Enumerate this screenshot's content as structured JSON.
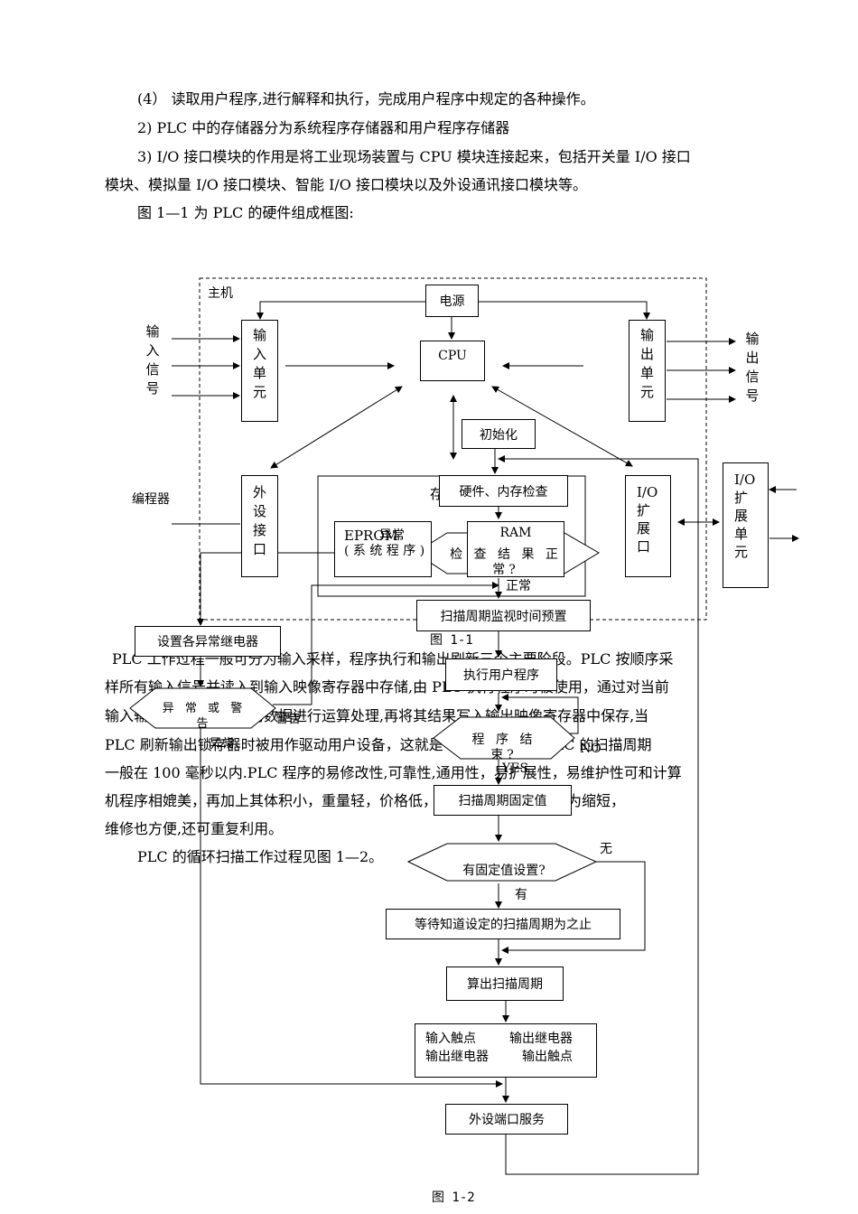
{
  "paragraphs": {
    "p1": "(4）  读取用户程序,进行解释和执行，完成用户程序中规定的各种操作。",
    "p2": "2)  PLC 中的存储器分为系统程序存储器和用户程序存储器",
    "p3a": "3) I/O 接口模块的作用是将工业现场装置与 CPU 模块连接起来，包括开关量 I/O 接口",
    "p3b": "模块、模拟量 I/O 接口模块、智能 I/O 接口模块以及外设通讯接口模块等。",
    "p4": "图 1—1 为 PLC 的硬件组成框图:",
    "p5a": "PLC 工作过程一般可分为输入采样，程序执行和输出刷新三个主要阶段。PLC 按顺序采",
    "p5b": "样所有输入信号并读入到输入映像寄存器中存储,由 PLC 执行程序时被使用，通过对当前",
    "p5c": "输入输出映像寄存器中的数据进行运算处理,再将其结果写入输出映像寄存器中保存,当",
    "p5d": "PLC 刷新输出锁存器时被用作驱动用户设备，这就是一个扫描周期。PLC 的扫描周期",
    "p5e": "一般在 100 毫秒以内.PLC 程序的易修改性,可靠性,通用性，易扩展性，易维护性可和计算",
    "p5f": "机程序相媲美，再加上其体积小，重量轻，价格低，使其设计加工周期大为缩短，",
    "p5g": "维修也方便,还可重复利用。",
    "p6": "PLC 的循环扫描工作过程见图 1—2。"
  },
  "fig1": {
    "host_label": "主机",
    "power": "电源",
    "cpu": "CPU",
    "input_signal": "输入信号",
    "input_unit": "输入单元",
    "output_unit": "输出单元",
    "output_signal": "输出信号",
    "programmer": "编程器",
    "peripheral_port": "外设接口",
    "memory_partial": "存",
    "eprom": "EPROM",
    "eprom_sub": "( 系 统 程 序 )",
    "ram_partial": "RAM",
    "io_expand_port": "I/O扩展口",
    "io_expand_unit": "I/O扩展单元",
    "caption": "图 1-1"
  },
  "fig2": {
    "init": "初始化",
    "hw_check": "硬件、内存检查",
    "abnormal_tag": "异常",
    "check_ok": "检 查 结 果 正 常?",
    "normal": "正常",
    "watchdog": "扫描周期监视时间预置",
    "set_relay": "设置各异常继电器",
    "run_program": "执行用户程序",
    "alarm": "异 常 或 警 告",
    "alarm_tag": "警告",
    "abnormal2": "异常",
    "program_end": "程 序 结 束?",
    "no": "NO",
    "yes": "YES",
    "fixed_scan": "扫描周期固定值",
    "has_fixed": "有固定值设置?",
    "none": "无",
    "has": "有",
    "wait": "等待知道设定的扫描周期为之止",
    "calc": "算出扫描周期",
    "io_in": "输入触点",
    "io_out_relay": "输出继电器",
    "io_out_relay2": "输出继电器",
    "io_out_contact": "输出触点",
    "service": "外设端口服务",
    "caption": "图 1-2"
  }
}
